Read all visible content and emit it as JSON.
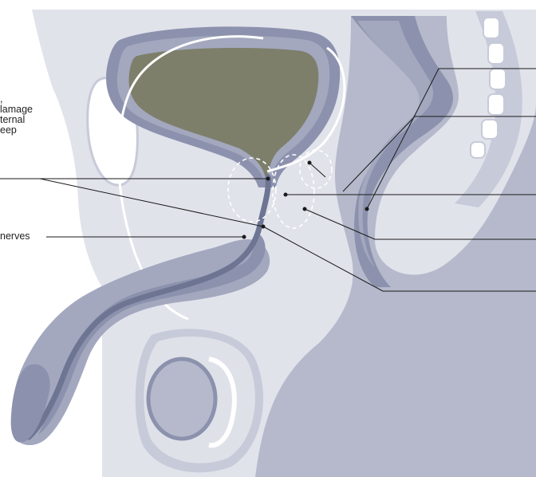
{
  "labels": {
    "left_block": [
      ",",
      "lamage",
      "ternal",
      "eep"
    ],
    "nerves": "nerves"
  },
  "colors": {
    "background_body": "#dfe1e9",
    "body_outline": "#c7cad8",
    "deep_tissue": "#b4b8ca",
    "organ_wall": "#8c92ad",
    "urethra": "#6d7593",
    "bladder_content": "#7d7f6a",
    "bone": "#ffffff",
    "leader_line": "#1a1a1a"
  }
}
